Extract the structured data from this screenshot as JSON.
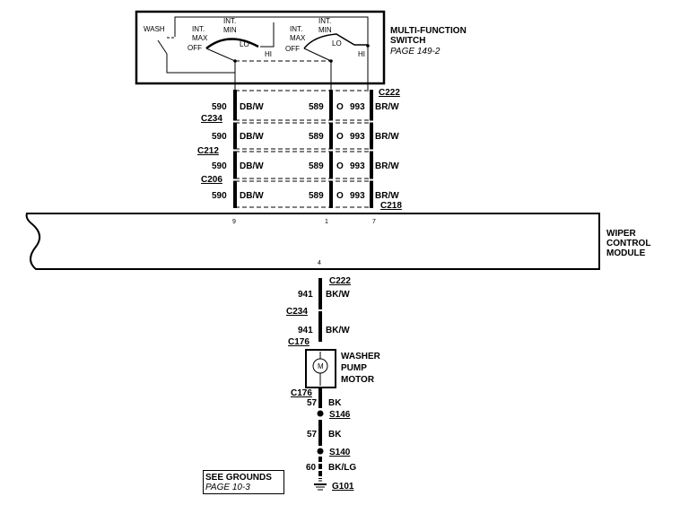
{
  "switch": {
    "title_line1": "MULTI-FUNCTION",
    "title_line2": "SWITCH",
    "page_ref": "PAGE 149-2",
    "labels": {
      "wash": "WASH",
      "int_max": "INT.",
      "max": "MAX",
      "off": "OFF",
      "int_min": "INT.",
      "min": "MIN",
      "lo": "LO",
      "hi": "HI"
    }
  },
  "connectors": {
    "c222": "C222",
    "c234": "C234",
    "c212": "C212",
    "c206": "C206",
    "c218": "C218",
    "c176": "C176"
  },
  "upper_rows": [
    {
      "c1": "590",
      "col1": "DB/W",
      "c2": "589",
      "col2": "O",
      "c3": "993",
      "col3": "BR/W"
    },
    {
      "c1": "590",
      "col1": "DB/W",
      "c2": "589",
      "col2": "O",
      "c3": "993",
      "col3": "BR/W"
    },
    {
      "c1": "590",
      "col1": "DB/W",
      "c2": "589",
      "col2": "O",
      "c3": "993",
      "col3": "BR/W"
    },
    {
      "c1": "590",
      "col1": "DB/W",
      "c2": "589",
      "col2": "O",
      "c3": "993",
      "col3": "BR/W"
    }
  ],
  "module": {
    "line1": "WIPER",
    "line2": "CONTROL",
    "line3": "MODULE",
    "pins": {
      "a": "9",
      "b": "1",
      "c": "7",
      "d": "4"
    }
  },
  "lower": {
    "w1_circuit": "941",
    "w1_color": "BK/W",
    "w2_circuit": "941",
    "w2_color": "BK/W",
    "motor_line1": "WASHER",
    "motor_line2": "PUMP",
    "motor_line3": "MOTOR",
    "motor_symbol": "M",
    "w3_circuit": "57",
    "w3_color": "BK",
    "splice1": "S146",
    "w4_circuit": "57",
    "w4_color": "BK",
    "splice2": "S140",
    "w5_circuit": "60",
    "w5_color": "BK/LG",
    "ground": "G101"
  },
  "grounds_ref": {
    "line1": "SEE GROUNDS",
    "line2": "PAGE 10-3"
  }
}
